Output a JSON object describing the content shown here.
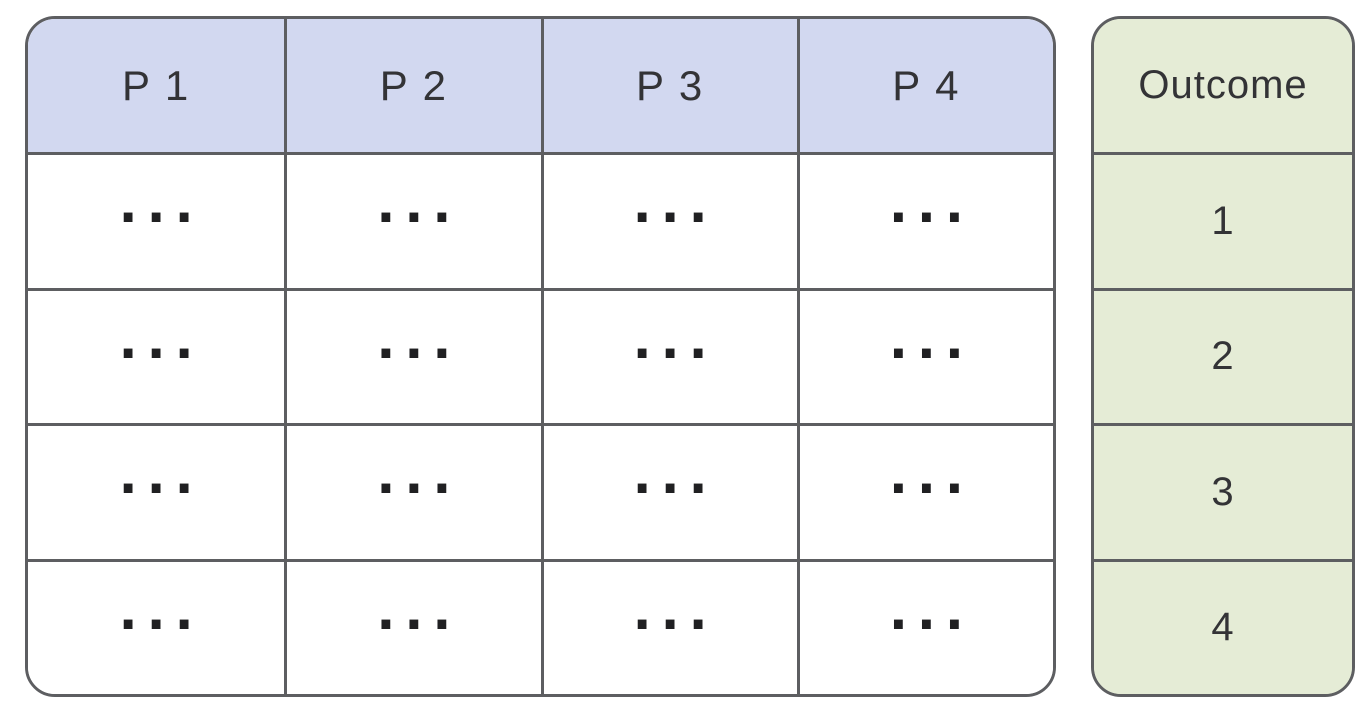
{
  "figure": {
    "main_table": {
      "headers": [
        "P 1",
        "P 2",
        "P 3",
        "P 4"
      ],
      "rows": [
        [
          "...",
          "...",
          "...",
          "..."
        ],
        [
          "...",
          "...",
          "...",
          "..."
        ],
        [
          "...",
          "...",
          "...",
          "..."
        ],
        [
          "...",
          "...",
          "...",
          "..."
        ]
      ]
    },
    "outcome_table": {
      "header": "Outcome",
      "values": [
        "1",
        "2",
        "3",
        "4"
      ]
    }
  },
  "colors": {
    "header_fill": "#d2d8f0",
    "outcome_fill": "#e5ecd6",
    "border": "#5d5e61",
    "text": "#333336",
    "dots": "#202022",
    "background": "#ffffff"
  }
}
